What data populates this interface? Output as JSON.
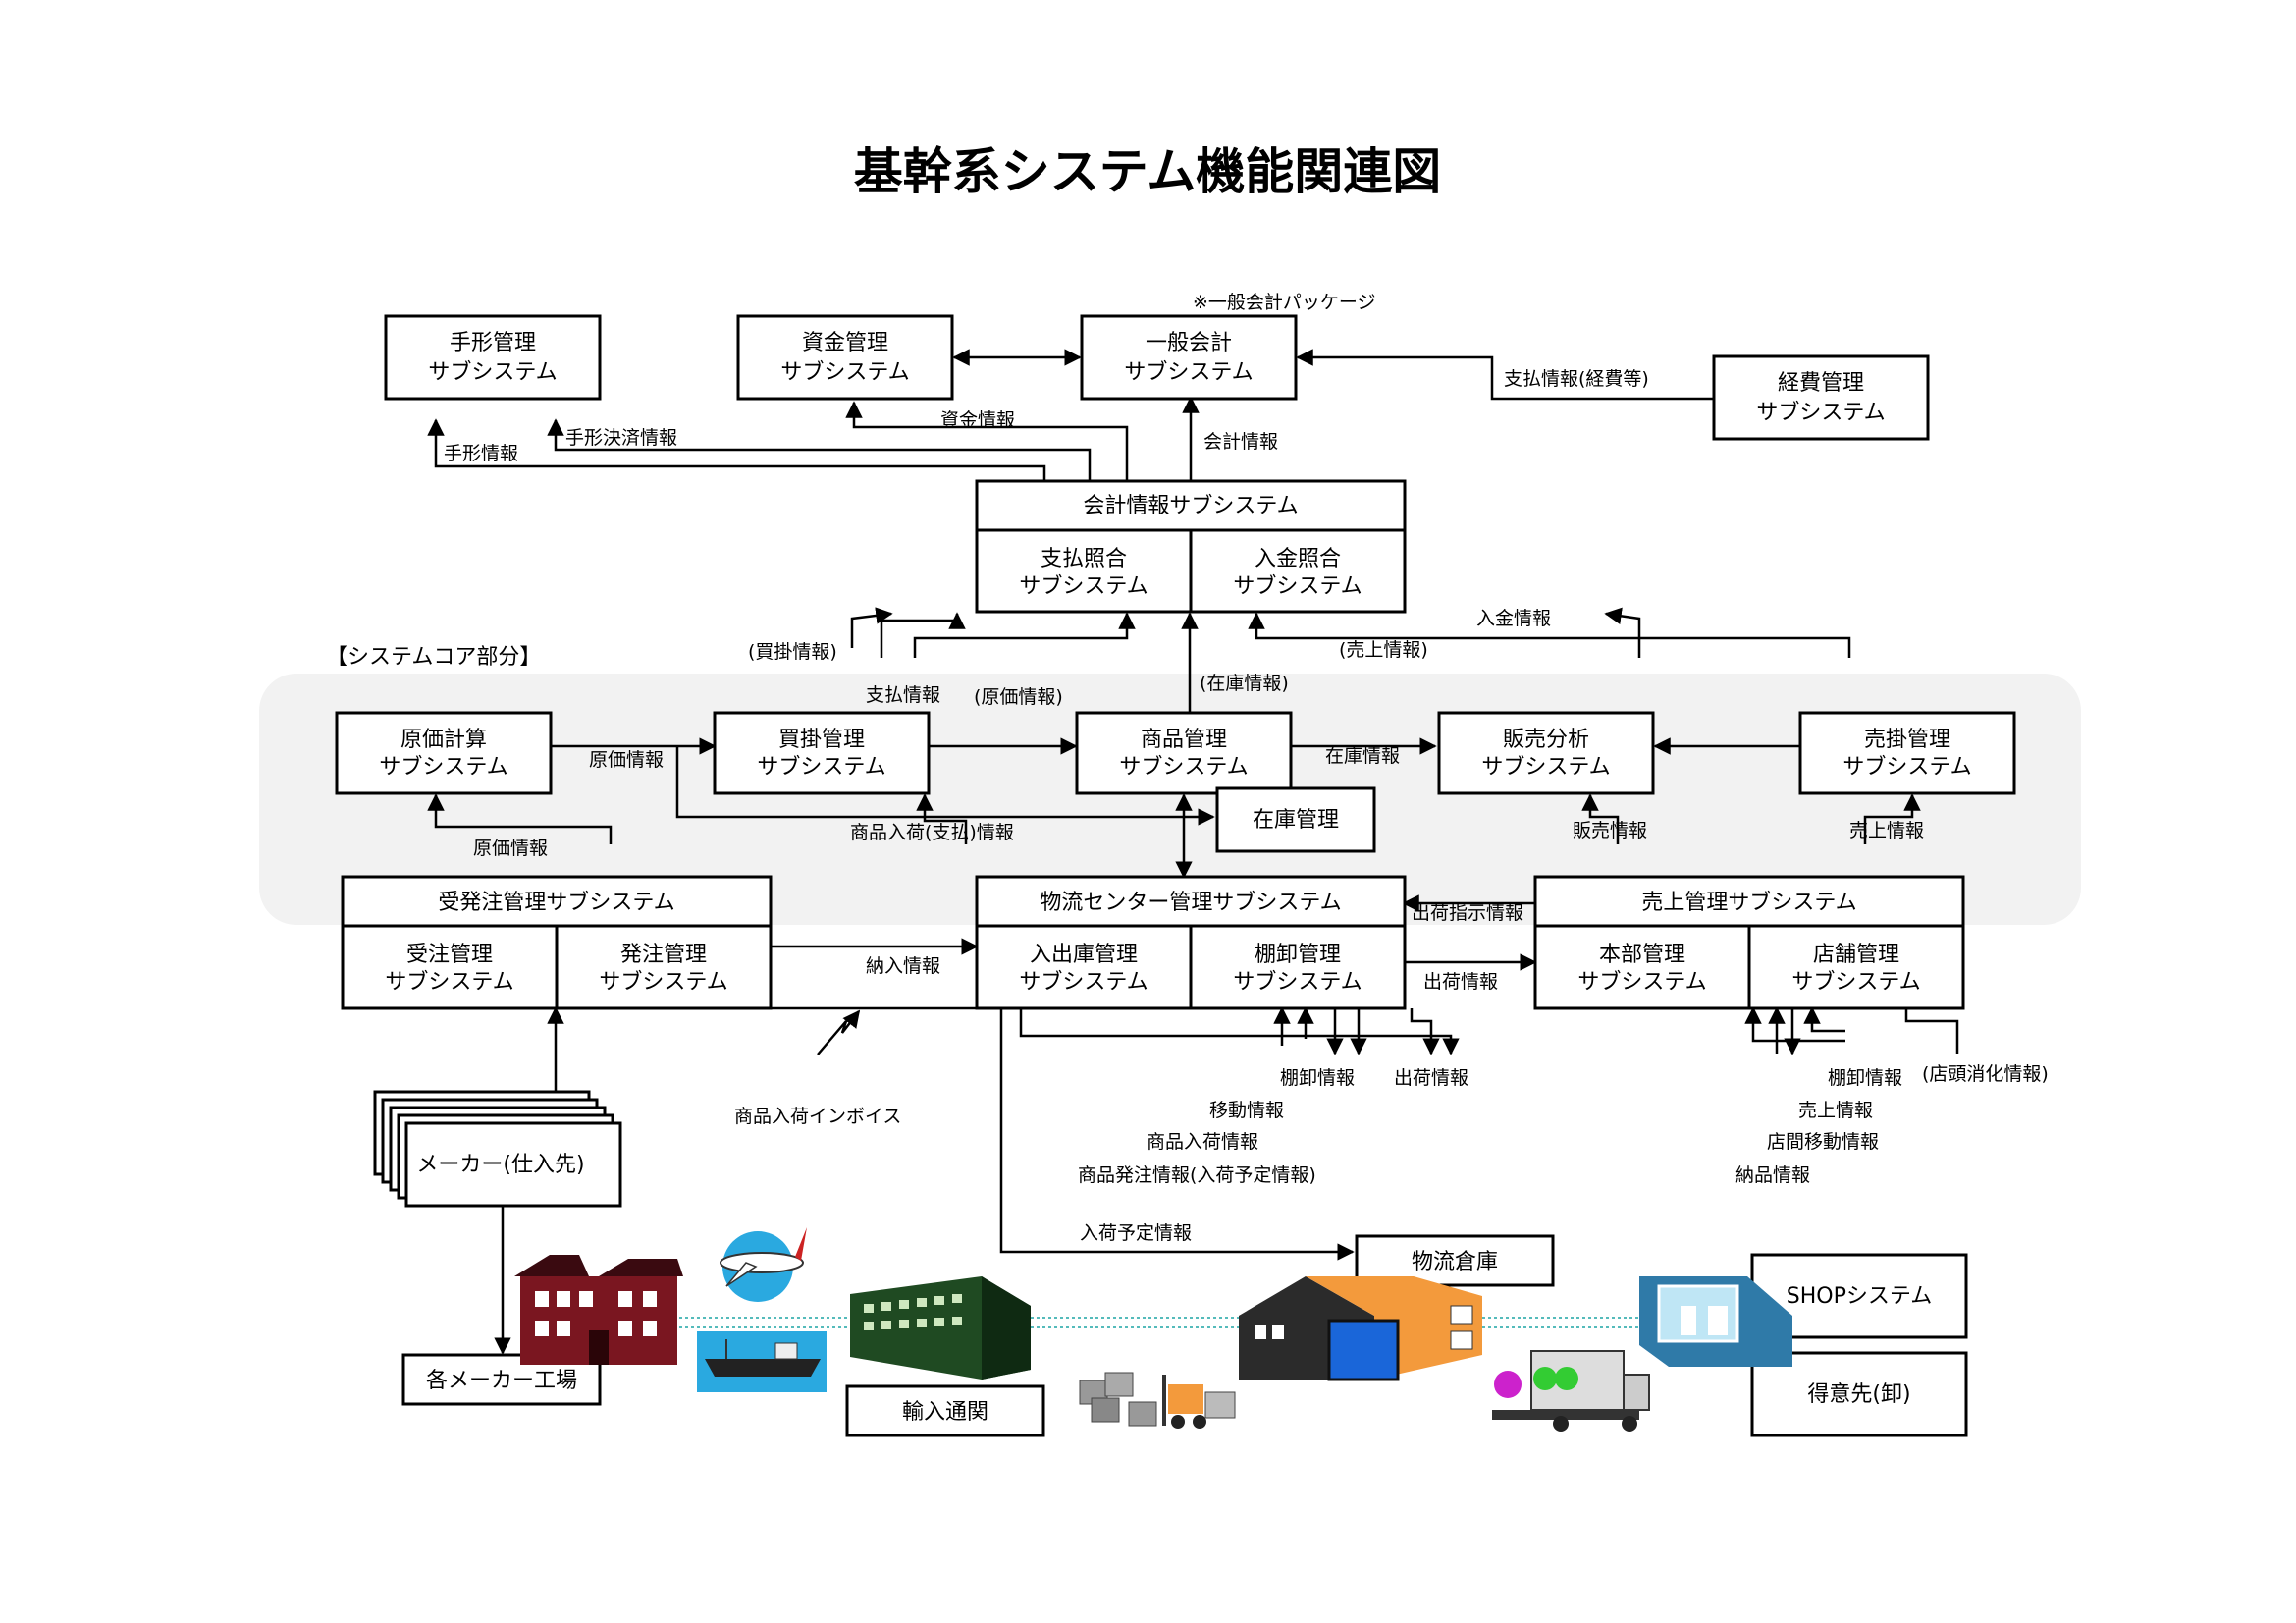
{
  "title": "基幹系システム機能関連図",
  "package_note": "※一般会計パッケージ",
  "core_label": "【システムコア部分】",
  "boxes": {
    "tegata": [
      "手形管理",
      "サブシステム"
    ],
    "shikin": [
      "資金管理",
      "サブシステム"
    ],
    "ippan": [
      "一般会計",
      "サブシステム"
    ],
    "keihi": [
      "経費管理",
      "サブシステム"
    ],
    "kaikei_header": "会計情報サブシステム",
    "shiharai": [
      "支払照合",
      "サブシステム"
    ],
    "nyukin": [
      "入金照合",
      "サブシステム"
    ],
    "genka": [
      "原価計算",
      "サブシステム"
    ],
    "kaikake": [
      "買掛管理",
      "サブシステム"
    ],
    "shohin": [
      "商品管理",
      "サブシステム"
    ],
    "hanbai": [
      "販売分析",
      "サブシステム"
    ],
    "urikake": [
      "売掛管理",
      "サブシステム"
    ],
    "zaiko": "在庫管理",
    "juhatchu_header": "受発注管理サブシステム",
    "juchu": [
      "受注管理",
      "サブシステム"
    ],
    "hatchu": [
      "発注管理",
      "サブシステム"
    ],
    "butsuryu_header": "物流センター管理サブシステム",
    "nyushukko": [
      "入出庫管理",
      "サブシステム"
    ],
    "tanaoroshi": [
      "棚卸管理",
      "サブシステム"
    ],
    "uriage_header": "売上管理サブシステム",
    "honbu": [
      "本部管理",
      "サブシステム"
    ],
    "tenpo": [
      "店舗管理",
      "サブシステム"
    ],
    "maker": "メーカー(仕入先)",
    "factory": "各メーカー工場",
    "import": "輸入通関",
    "warehouse": "物流倉庫",
    "shop": "SHOPシステム",
    "tokuisaki": "得意先(卸)"
  },
  "labels": {
    "tegata_jouhou": "手形情報",
    "tegata_kessai": "手形決済情報",
    "shikin_jouhou": "資金情報",
    "kaikei_jouhou": "会計情報",
    "shiharai_keihi": "支払情報(経費等)",
    "kaikake_jouhou": "(買掛情報)",
    "shiharai_jouhou": "支払情報",
    "genka_jouhou_paren": "(原価情報)",
    "zaiko_jouhou_paren": "(在庫情報)",
    "uriage_jouhou_paren": "(売上情報)",
    "nyukin_jouhou": "入金情報",
    "genka_jouhou_1": "原価情報",
    "genka_jouhou_2": "原価情報",
    "zaiko_jouhou": "在庫情報",
    "shohin_nyuka": "商品入荷(支払)情報",
    "hanbai_jouhou": "販売情報",
    "uriage_jouhou": "売上情報",
    "shukka_shiji": "出荷指示情報",
    "shukka_jouhou": "出荷情報",
    "nonyu_jouhou": "納入情報",
    "invoice": "商品入荷インボイス",
    "tanaoroshi_jouhou": "棚卸情報",
    "shukka_jouhou_2": "出荷情報",
    "ido_jouhou": "移動情報",
    "shohin_nyuka_jouhou": "商品入荷情報",
    "hatchu_jouhou": "商品発注情報(入荷予定情報)",
    "nyuka_yotei": "入荷予定情報",
    "tanaoroshi_jouhou_2": "棚卸情報",
    "tentou_shouka": "(店頭消化情報)",
    "uriage_jouhou_2": "売上情報",
    "tenkan_ido": "店間移動情報",
    "nouhin_jouhou": "納品情報"
  },
  "colors": {
    "core_bg": "#f2f2f2",
    "factory_red": "#7a1620",
    "warehouse_orange": "#f39a3c",
    "warehouse_blue": "#1a66d9",
    "building_green": "#1f4a22",
    "sea_blue": "#2aa9e0"
  },
  "icons": [
    "factory-icon",
    "airplane-icon",
    "ship-icon",
    "customs-building-icon",
    "forklift-icon",
    "warehouse-icon",
    "truck-icon",
    "shop-icon"
  ]
}
